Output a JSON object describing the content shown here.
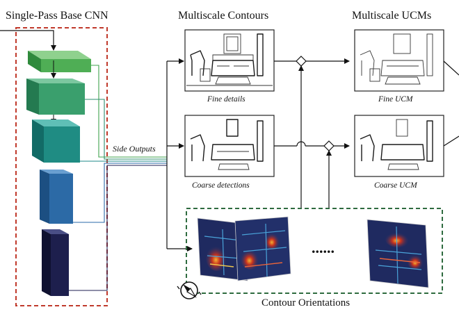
{
  "titles": {
    "base_cnn": "Single-Pass Base CNN",
    "contours": "Multiscale Contours",
    "ucms": "Multiscale UCMs"
  },
  "captions": {
    "fine_details": "Fine details",
    "coarse_detections": "Coarse detections",
    "fine_ucm": "Fine UCM",
    "coarse_ucm": "Coarse UCM"
  },
  "labels": {
    "side_outputs": "Side Outputs",
    "ellipsis": "......",
    "contour_orientations": "Contour Orientations"
  },
  "colors": {
    "cnn_frame": "#c0392b",
    "orientation_frame": "#2e6b3f",
    "block1": "#4fae55",
    "block2": "#3a9f6d",
    "block3": "#1f8c83",
    "block4": "#2c6aa6",
    "block5": "#1d1f4d",
    "side_output_wires": [
      "#3fa34d",
      "#2b8c6e",
      "#1d8a8a",
      "#2a6aa8",
      "#1c1e50"
    ]
  },
  "icons": [
    "compass-icon",
    "merge-node-icon"
  ]
}
